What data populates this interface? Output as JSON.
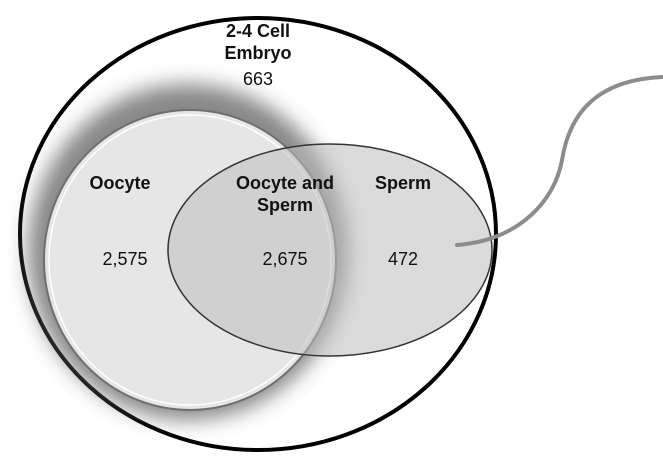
{
  "chart_data": {
    "type": "venn",
    "title": "",
    "container": {
      "label": "2-4 Cell Embryo",
      "value": 663
    },
    "sets": [
      {
        "label": "Oocyte",
        "value": 2575
      },
      {
        "label": "Sperm",
        "value": 472
      }
    ],
    "intersections": [
      {
        "sets": [
          "Oocyte",
          "Sperm"
        ],
        "label": "Oocyte and Sperm",
        "value": 2675
      }
    ]
  },
  "labels": {
    "embryo_title_line1": "2-4 Cell",
    "embryo_title_line2": "Embryo",
    "embryo_value": "663",
    "oocyte_title": "Oocyte",
    "oocyte_value": "2,575",
    "overlap_title_line1": "Oocyte and",
    "overlap_title_line2": "Sperm",
    "overlap_value": "2,675",
    "sperm_title": "Sperm",
    "sperm_value": "472"
  },
  "colors": {
    "outline": "#000000",
    "oocyte_fill": "#e6e6e6",
    "sperm_fill": "#d2d2d2",
    "tail": "#8c8c8c"
  }
}
